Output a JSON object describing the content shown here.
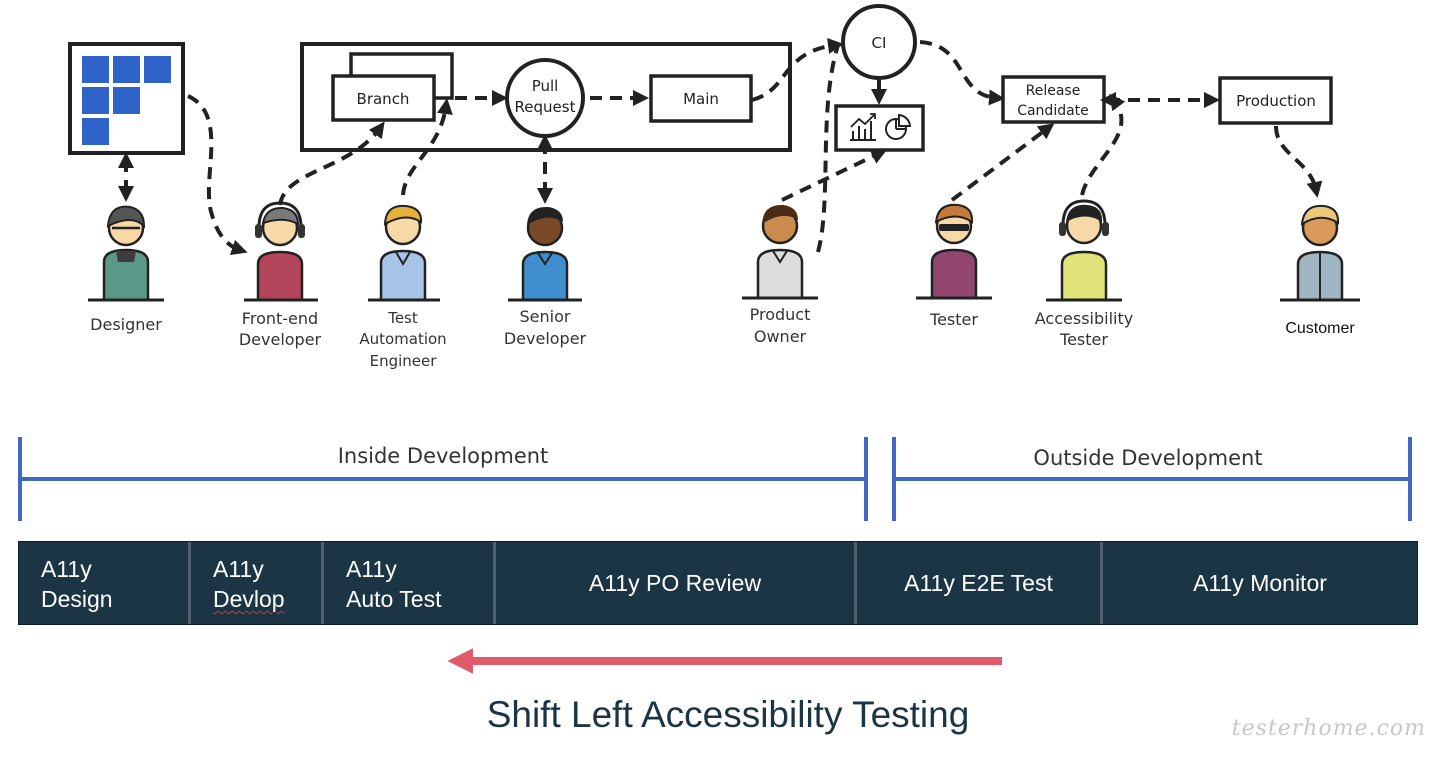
{
  "roles": {
    "designer": [
      "Designer"
    ],
    "frontend_developer": [
      "Front-end",
      "Developer"
    ],
    "test_automation_engineer": [
      "Test",
      "Automation",
      "Engineer"
    ],
    "senior_developer": [
      "Senior",
      "Developer"
    ],
    "product_owner": [
      "Product",
      "Owner"
    ],
    "tester": [
      "Tester"
    ],
    "accessibility_tester": [
      "Accessibility",
      "Tester"
    ],
    "customer": [
      "Customer"
    ]
  },
  "nodes": {
    "branch": "Branch",
    "pull_request": [
      "Pull",
      "Request"
    ],
    "main": "Main",
    "ci": "CI",
    "release_candidate": [
      "Release",
      "Candidate"
    ],
    "production": "Production"
  },
  "icons": [
    "board-icon",
    "bar-chart-icon",
    "pie-chart-icon"
  ],
  "phases": {
    "inside": "Inside Development",
    "outside": "Outside Development"
  },
  "stages": [
    {
      "line1": "A11y",
      "line2": "Design"
    },
    {
      "line1": "A11y",
      "line2": "Devlop"
    },
    {
      "line1": "A11y",
      "line2": "Auto Test"
    },
    {
      "text": "A11y PO Review"
    },
    {
      "text": "A11y E2E Test"
    },
    {
      "text": "A11y Monitor"
    }
  ],
  "headline": "Shift Left Accessibility Testing",
  "watermark": "testerhome.com",
  "colors": {
    "dark_navy": "#1c3545",
    "phase_blue": "#3e68c2",
    "arrow_red": "#e05a6a",
    "board_blue": "#2f63c8",
    "ink": "#222222"
  }
}
